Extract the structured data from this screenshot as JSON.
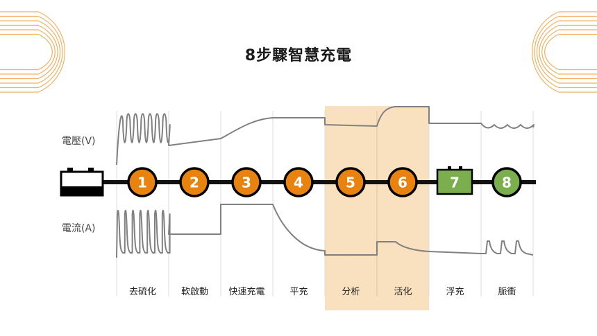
{
  "title": "8步驟智慧充電",
  "labels": {
    "voltage": "電壓(V)",
    "current": "電流(A)"
  },
  "colors": {
    "orange": "#E8830F",
    "green": "#7BAE4C",
    "highlight_bg": "#F9E1C0",
    "waveform": "#808080",
    "divider": "#DDDDDD",
    "connector": "#111111",
    "decor_line": "#F0B060"
  },
  "icons": {
    "start": "battery-icon",
    "decor_left": "arc-lines-decoration",
    "decor_right": "arc-lines-decoration"
  },
  "stages": [
    {
      "step": "1",
      "name": "去硫化",
      "shape": "circle",
      "color": "orange",
      "highlighted": false
    },
    {
      "step": "2",
      "name": "軟啟動",
      "shape": "circle",
      "color": "orange",
      "highlighted": false
    },
    {
      "step": "3",
      "name": "快速充電",
      "shape": "circle",
      "color": "orange",
      "highlighted": false
    },
    {
      "step": "4",
      "name": "平充",
      "shape": "circle",
      "color": "orange",
      "highlighted": false
    },
    {
      "step": "5",
      "name": "分析",
      "shape": "circle",
      "color": "orange",
      "highlighted": true
    },
    {
      "step": "6",
      "name": "活化",
      "shape": "circle",
      "color": "orange",
      "highlighted": true
    },
    {
      "step": "7",
      "name": "浮充",
      "shape": "battery",
      "color": "green",
      "highlighted": false
    },
    {
      "step": "8",
      "name": "脈衝",
      "shape": "circle",
      "color": "green",
      "highlighted": false
    }
  ]
}
